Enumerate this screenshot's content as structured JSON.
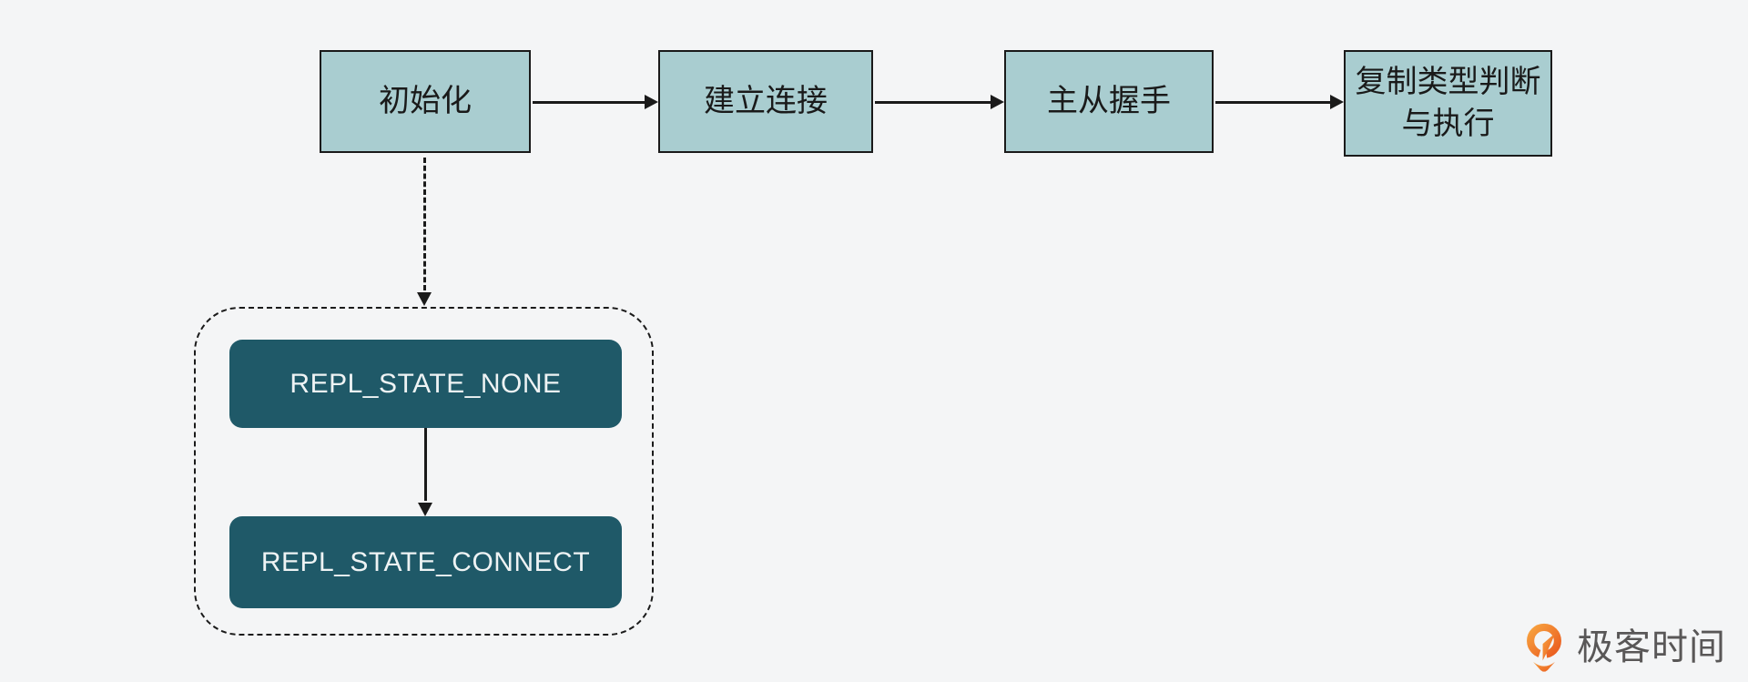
{
  "page": {
    "background": "#f4f5f6",
    "line_color": "#1a1a1a"
  },
  "flow": {
    "node_fill": "#a9cdd0",
    "node_border": "#1a1a1a",
    "nodes": [
      {
        "id": "init",
        "label": "初始化"
      },
      {
        "id": "establish",
        "label": "建立连接"
      },
      {
        "id": "handshake",
        "label": "主从握手"
      },
      {
        "id": "repl-type",
        "label": "复制类型判断\n与执行"
      }
    ],
    "edges": [
      {
        "from": "init",
        "to": "establish",
        "style": "solid"
      },
      {
        "from": "establish",
        "to": "handshake",
        "style": "solid"
      },
      {
        "from": "handshake",
        "to": "repl-type",
        "style": "solid"
      },
      {
        "from": "init",
        "to": "state-group",
        "style": "dashed"
      }
    ]
  },
  "states": {
    "box_fill": "#1f5968",
    "box_text_color": "#eef3f4",
    "items": [
      {
        "id": "repl-state-none",
        "label": "REPL_STATE_NONE"
      },
      {
        "id": "repl-state-connect",
        "label": "REPL_STATE_CONNECT"
      }
    ],
    "edges": [
      {
        "from": "repl-state-none",
        "to": "repl-state-connect",
        "style": "solid"
      }
    ]
  },
  "logo": {
    "text": "极客时间",
    "text_color": "#595757",
    "icon": "geektime-pin-icon",
    "icon_gradient": [
      "#f7a23f",
      "#ea5b1f"
    ]
  }
}
